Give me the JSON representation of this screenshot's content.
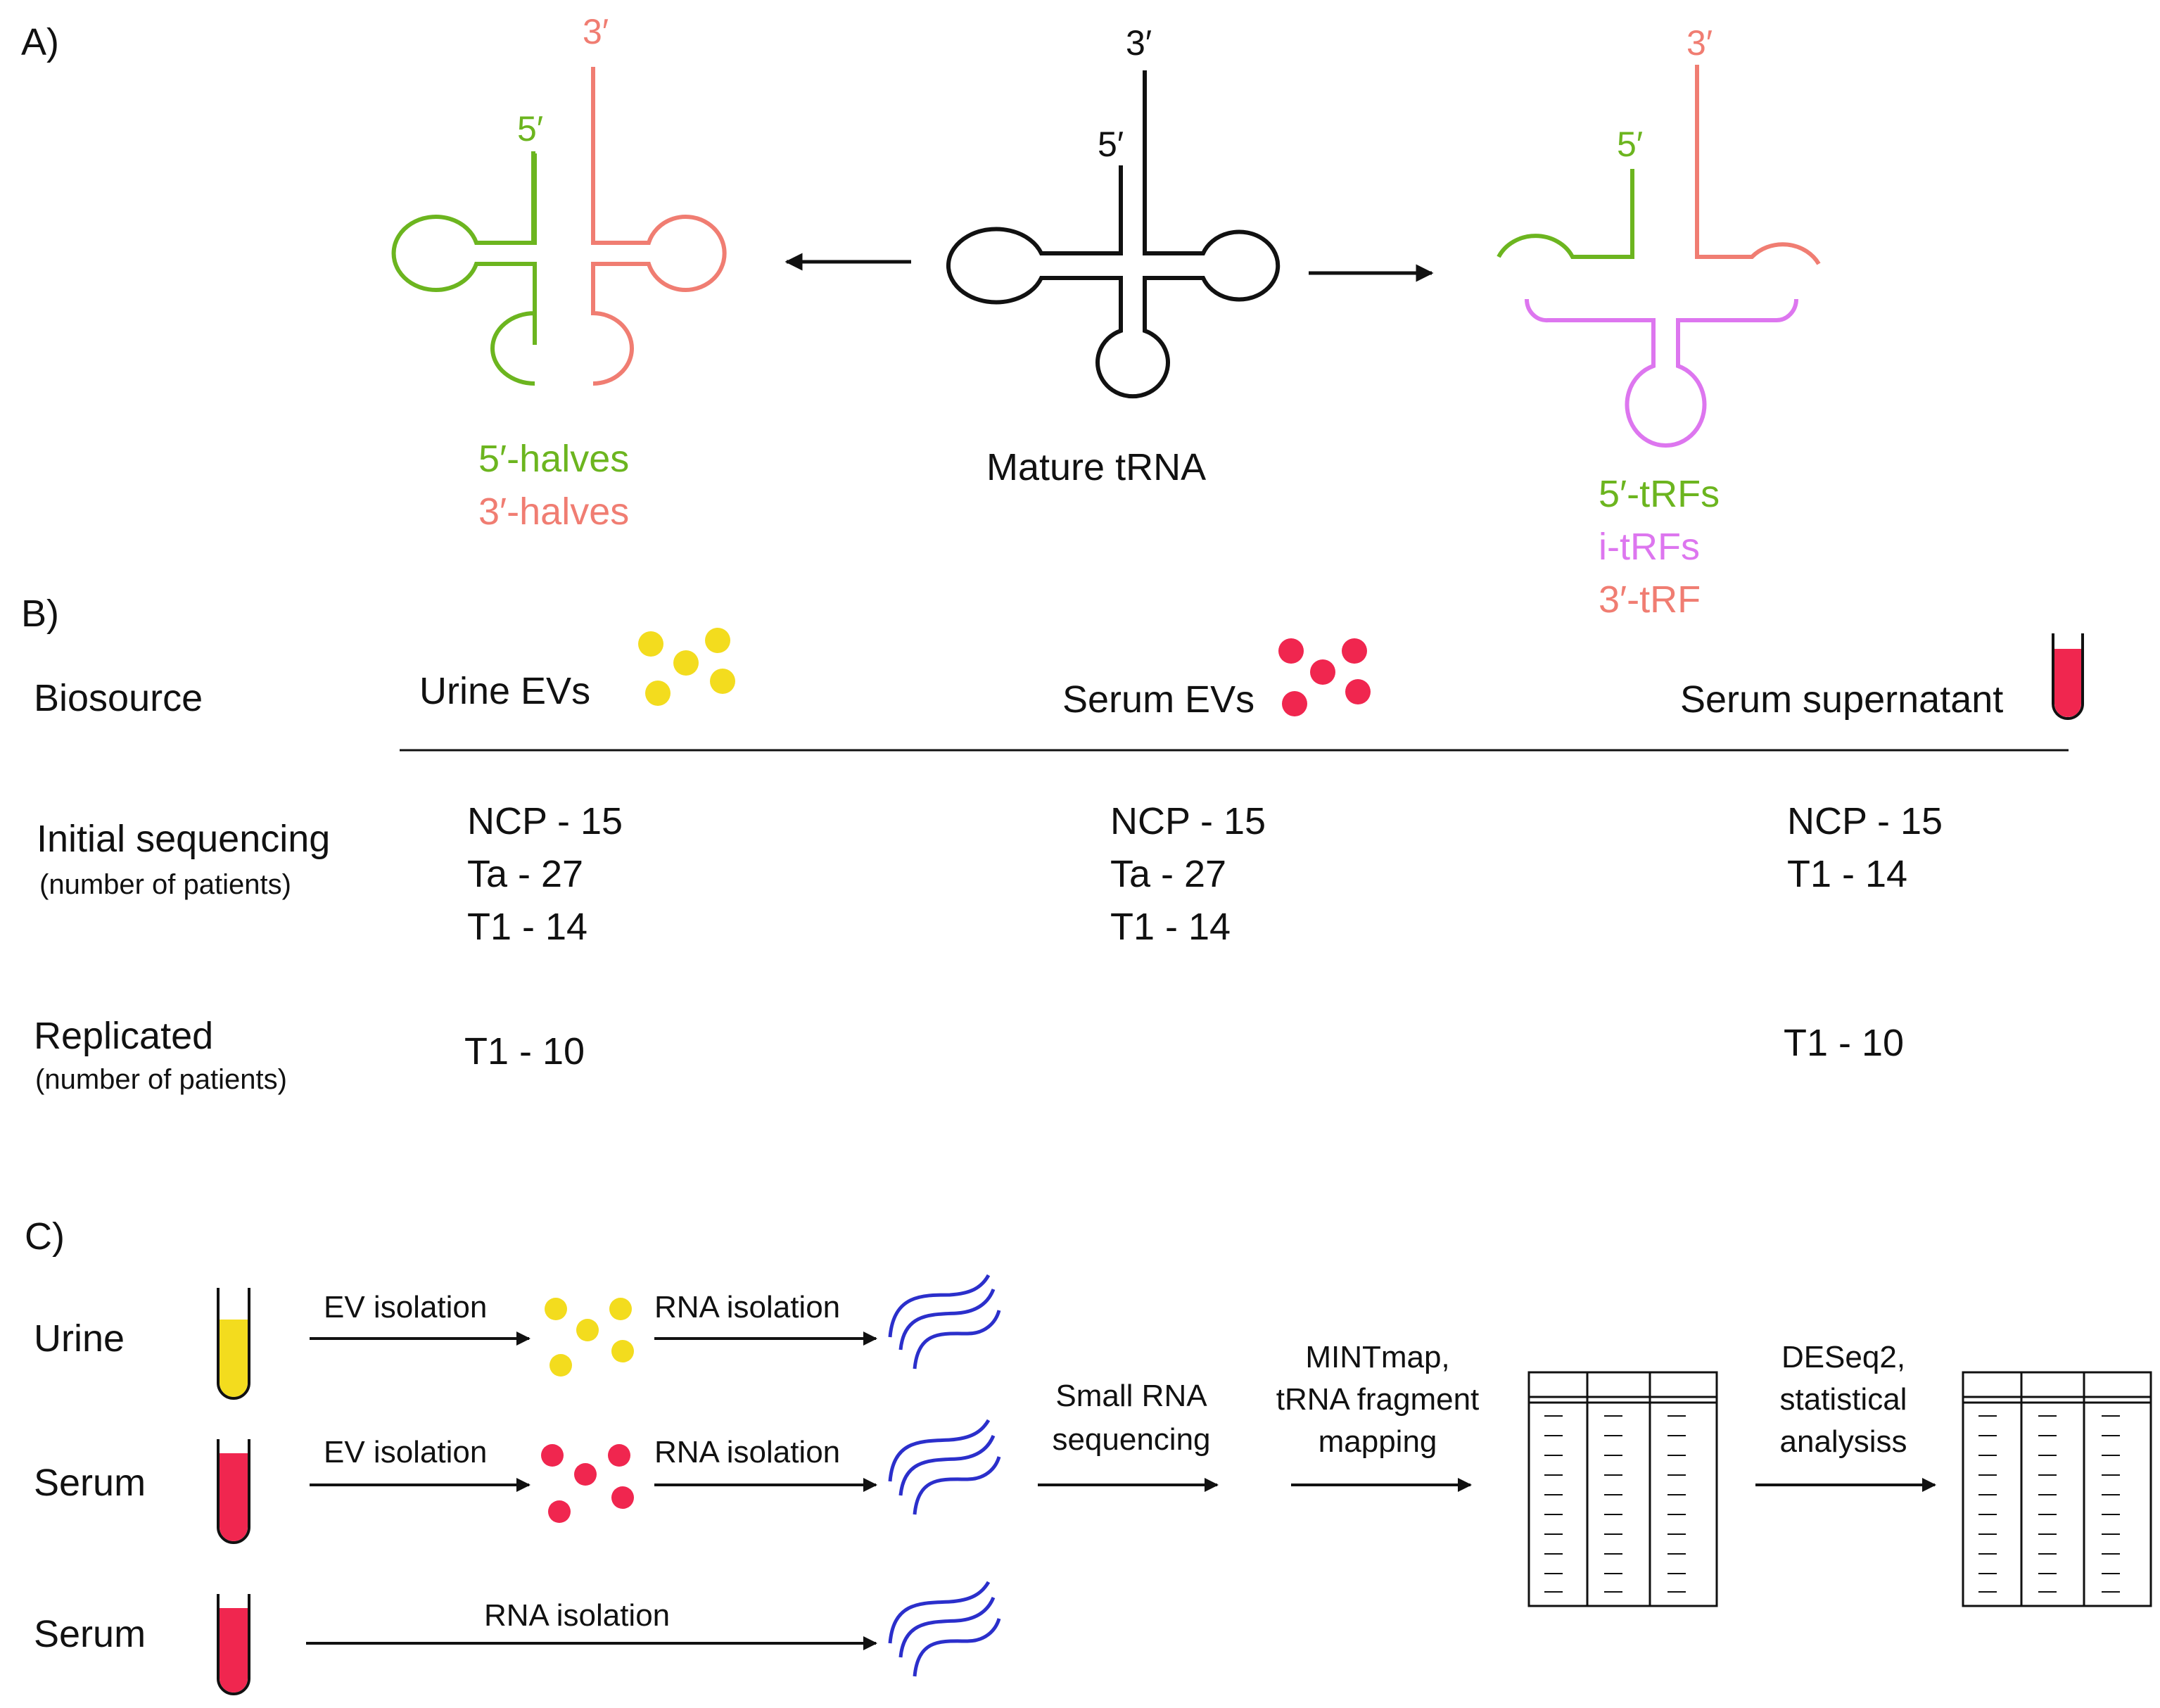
{
  "colors": {
    "green": "#6cb51f",
    "salmon": "#f07d72",
    "pink": "#dd76ef",
    "black": "#111111",
    "yellow": "#f3dc1e",
    "red": "#f0264f",
    "blue": "#2b2fcb"
  },
  "panel_a": {
    "label": "A)",
    "left": {
      "five_prime": "5′",
      "three_prime": "3′",
      "caption_1": "5′-halves",
      "caption_2": "3′-halves"
    },
    "center": {
      "five_prime": "5′",
      "three_prime": "3′",
      "caption": "Mature tRNA"
    },
    "right": {
      "five_prime": "5′",
      "three_prime": "3′",
      "caption_1": "5′-tRFs",
      "caption_2": "i-tRFs",
      "caption_3": "3′-tRF"
    }
  },
  "panel_b": {
    "label": "B)",
    "row_headers": {
      "biosource": "Biosource",
      "initial": "Initial sequencing",
      "initial_sub": "(number of patients)",
      "replicated": "Replicated",
      "replicated_sub": "(number of patients)"
    },
    "columns": [
      {
        "name": "Urine EVs",
        "initial": [
          "NCP - 15",
          "Ta - 27",
          "T1 - 14"
        ],
        "replicated": "T1 - 10"
      },
      {
        "name": "Serum EVs",
        "initial": [
          "NCP - 15",
          "Ta - 27",
          "T1 - 14"
        ],
        "replicated": ""
      },
      {
        "name": "Serum supernatant",
        "initial": [
          "NCP - 15",
          "T1 - 14"
        ],
        "replicated": "T1 - 10"
      }
    ]
  },
  "panel_c": {
    "label": "C)",
    "rows": [
      {
        "source": "Urine",
        "step1": "EV isolation",
        "step2": "RNA isolation"
      },
      {
        "source": "Serum",
        "step1": "EV isolation",
        "step2": "RNA isolation"
      },
      {
        "source": "Serum",
        "step1": "",
        "step2": "RNA isolation"
      }
    ],
    "seq_step": [
      "Small RNA",
      "sequencing"
    ],
    "map_step": [
      "MINTmap,",
      "tRNA fragment",
      "mapping"
    ],
    "stat_step": [
      "DESeq2,",
      "statistical",
      "analysiss"
    ]
  }
}
